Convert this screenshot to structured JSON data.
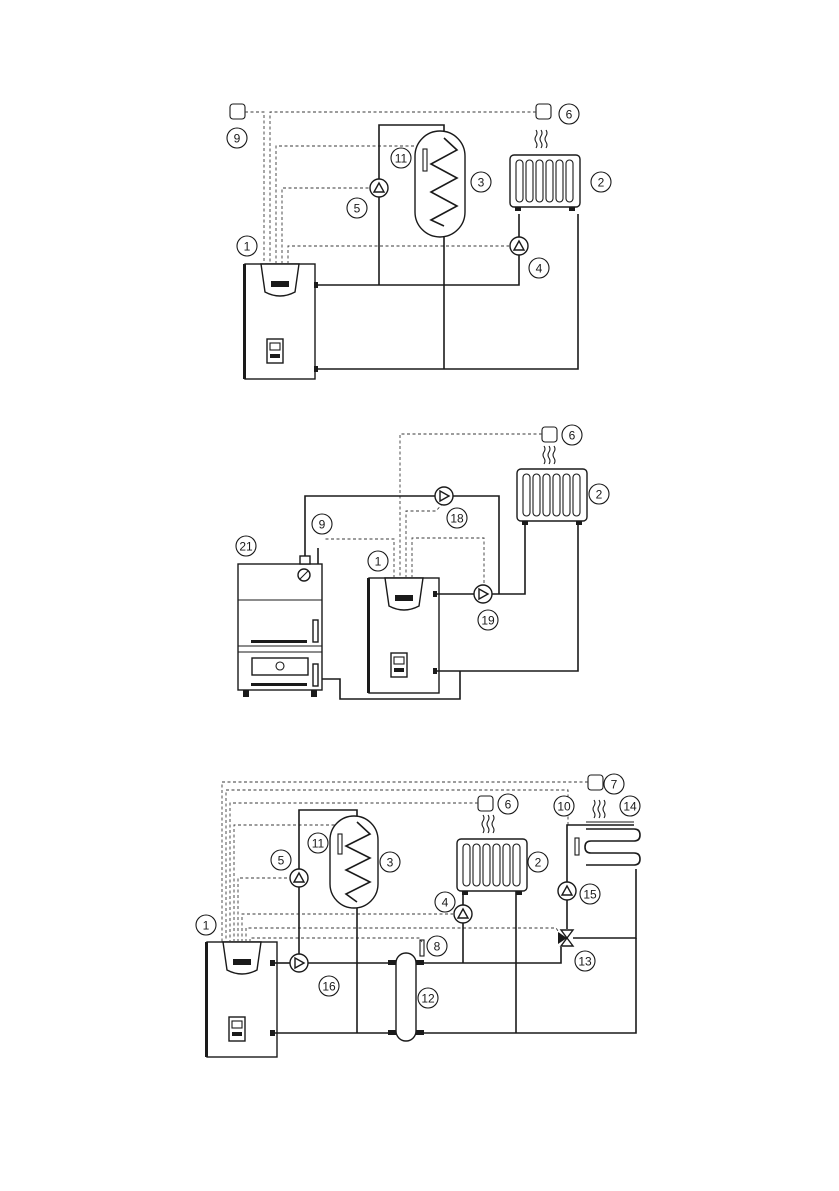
{
  "diagrams": [
    {
      "id": "scheme-1",
      "markers": [
        {
          "key": "1",
          "label": "1"
        },
        {
          "key": "2",
          "label": "2"
        },
        {
          "key": "3",
          "label": "3"
        },
        {
          "key": "4",
          "label": "4"
        },
        {
          "key": "5",
          "label": "5"
        },
        {
          "key": "6",
          "label": "6"
        },
        {
          "key": "9",
          "label": "9"
        },
        {
          "key": "11",
          "label": "11"
        }
      ]
    },
    {
      "id": "scheme-2",
      "markers": [
        {
          "key": "1",
          "label": "1"
        },
        {
          "key": "2",
          "label": "2"
        },
        {
          "key": "6",
          "label": "6"
        },
        {
          "key": "9",
          "label": "9"
        },
        {
          "key": "18",
          "label": "18"
        },
        {
          "key": "19",
          "label": "19"
        },
        {
          "key": "21",
          "label": "21"
        }
      ]
    },
    {
      "id": "scheme-3",
      "markers": [
        {
          "key": "1",
          "label": "1"
        },
        {
          "key": "2",
          "label": "2"
        },
        {
          "key": "3",
          "label": "3"
        },
        {
          "key": "4",
          "label": "4"
        },
        {
          "key": "5",
          "label": "5"
        },
        {
          "key": "6",
          "label": "6"
        },
        {
          "key": "7",
          "label": "7"
        },
        {
          "key": "8",
          "label": "8"
        },
        {
          "key": "10",
          "label": "10"
        },
        {
          "key": "11",
          "label": "11"
        },
        {
          "key": "12",
          "label": "12"
        },
        {
          "key": "13",
          "label": "13"
        },
        {
          "key": "14",
          "label": "14"
        },
        {
          "key": "15",
          "label": "15"
        },
        {
          "key": "16",
          "label": "16"
        }
      ]
    }
  ]
}
